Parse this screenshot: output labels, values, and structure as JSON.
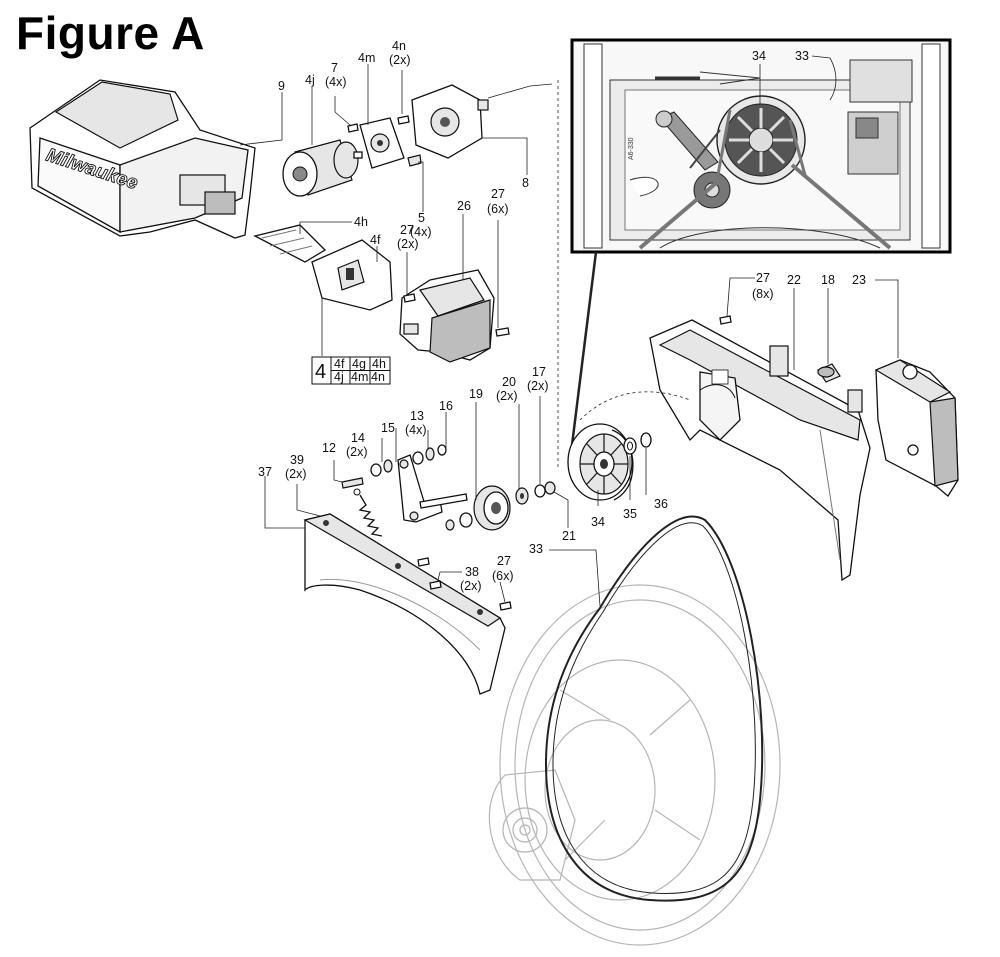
{
  "title": "Figure A",
  "brand_logo_text": "Milwaukee",
  "inset_label_text": "A6-330",
  "labels": {
    "p9": "9",
    "p4j": "4j",
    "p7": "7",
    "p7q": "(4x)",
    "p4m": "4m",
    "p4n": "4n",
    "p4nq": "(2x)",
    "p8": "8",
    "p5": "5",
    "p5q": "(4x)",
    "p4h": "4h",
    "p4f": "4f",
    "p27a": "27",
    "p27aq": "(2x)",
    "p26": "26",
    "p27b": "27",
    "p27bq": "(6x)",
    "p27c": "27",
    "p27cq": "(8x)",
    "p22": "22",
    "p18": "18",
    "p23": "23",
    "p19": "19",
    "p20": "20",
    "p20q": "(2x)",
    "p17": "17",
    "p17q": "(2x)",
    "p13": "13",
    "p13q": "(4x)",
    "p16": "16",
    "p15": "15",
    "p14": "14",
    "p14q": "(2x)",
    "p12": "12",
    "p39": "39",
    "p39q": "(2x)",
    "p37": "37",
    "p34": "34",
    "p35": "35",
    "p36": "36",
    "p21": "21",
    "p33": "33",
    "p38": "38",
    "p38q": "(2x)",
    "p27d": "27",
    "p27dq": "(6x)",
    "inset34": "34",
    "inset33": "33"
  },
  "kit_box": {
    "main": "4",
    "cells": [
      "4f",
      "4g",
      "4h",
      "4j",
      "4m",
      "4n"
    ]
  }
}
